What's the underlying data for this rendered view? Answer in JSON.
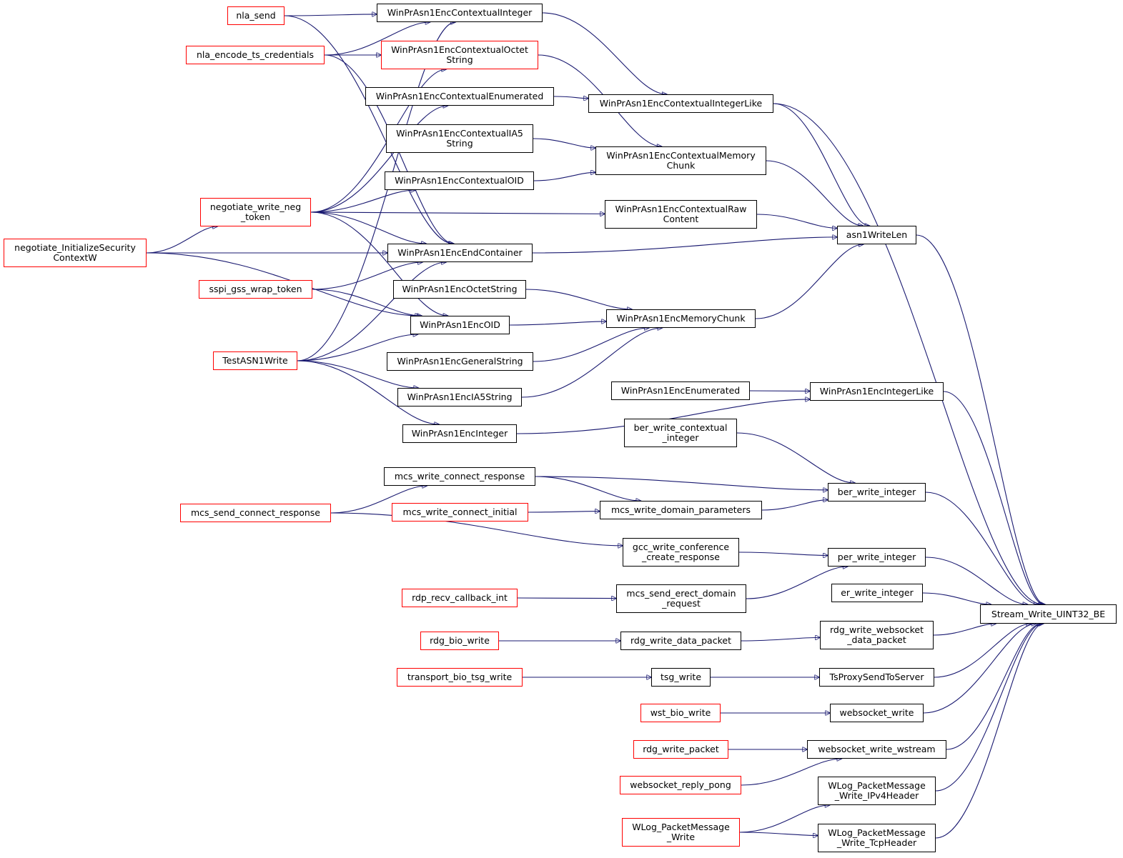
{
  "colors": {
    "edge": "#191970",
    "border_default": "#000000",
    "border_truncated": "#ff0000",
    "root_fill": "#bfbfbf"
  },
  "nodes": {
    "root": {
      "label": "Stream_Write_UINT32_BE",
      "style": "root"
    },
    "asn1WriteLen": {
      "label": "asn1WriteLen",
      "style": "black"
    },
    "ctxIntLike": {
      "label": "WinPrAsn1EncContextualIntegerLike",
      "style": "black"
    },
    "ctxInt": {
      "label": "WinPrAsn1EncContextualInteger",
      "style": "black"
    },
    "ctxOctet": {
      "label": "WinPrAsn1EncContextualOctet\nString",
      "style": "red"
    },
    "ctxEnum": {
      "label": "WinPrAsn1EncContextualEnumerated",
      "style": "black"
    },
    "ctxIA5": {
      "label": "WinPrAsn1EncContextualIA5\nString",
      "style": "black"
    },
    "ctxMemChunk": {
      "label": "WinPrAsn1EncContextualMemory\nChunk",
      "style": "black"
    },
    "ctxOID": {
      "label": "WinPrAsn1EncContextualOID",
      "style": "black"
    },
    "ctxRaw": {
      "label": "WinPrAsn1EncContextualRaw\nContent",
      "style": "black"
    },
    "endContainer": {
      "label": "WinPrAsn1EncEndContainer",
      "style": "black"
    },
    "octetString": {
      "label": "WinPrAsn1EncOctetString",
      "style": "black"
    },
    "memChunk": {
      "label": "WinPrAsn1EncMemoryChunk",
      "style": "black"
    },
    "encOID": {
      "label": "WinPrAsn1EncOID",
      "style": "black"
    },
    "generalString": {
      "label": "WinPrAsn1EncGeneralString",
      "style": "black"
    },
    "ia5String": {
      "label": "WinPrAsn1EncIA5String",
      "style": "black"
    },
    "encInteger": {
      "label": "WinPrAsn1EncInteger",
      "style": "black"
    },
    "encEnumerated": {
      "label": "WinPrAsn1EncEnumerated",
      "style": "black"
    },
    "encIntLike": {
      "label": "WinPrAsn1EncIntegerLike",
      "style": "black"
    },
    "nlaSend": {
      "label": "nla_send",
      "style": "red"
    },
    "nlaEncode": {
      "label": "nla_encode_ts_credentials",
      "style": "red"
    },
    "negWrite": {
      "label": "negotiate_write_neg\n_token",
      "style": "red"
    },
    "negInit": {
      "label": "negotiate_InitializeSecurity\nContextW",
      "style": "red"
    },
    "sspiWrap": {
      "label": "sspi_gss_wrap_token",
      "style": "red"
    },
    "testAsn1": {
      "label": "TestASN1Write",
      "style": "red"
    },
    "berCtxInt": {
      "label": "ber_write_contextual\n_integer",
      "style": "black"
    },
    "berWriteInt": {
      "label": "ber_write_integer",
      "style": "black"
    },
    "mcsConnResp": {
      "label": "mcs_write_connect_response",
      "style": "black"
    },
    "mcsSendConnResp": {
      "label": "mcs_send_connect_response",
      "style": "red"
    },
    "mcsConnInit": {
      "label": "mcs_write_connect_initial",
      "style": "red"
    },
    "mcsDomain": {
      "label": "mcs_write_domain_parameters",
      "style": "black"
    },
    "gccConf": {
      "label": "gcc_write_conference\n_create_response",
      "style": "black"
    },
    "perWriteInt": {
      "label": "per_write_integer",
      "style": "black"
    },
    "erWriteInt": {
      "label": "er_write_integer",
      "style": "black"
    },
    "rdpRecv": {
      "label": "rdp_recv_callback_int",
      "style": "red"
    },
    "mcsErect": {
      "label": "mcs_send_erect_domain\n_request",
      "style": "black"
    },
    "rdgBio": {
      "label": "rdg_bio_write",
      "style": "red"
    },
    "rdgData": {
      "label": "rdg_write_data_packet",
      "style": "black"
    },
    "rdgWsData": {
      "label": "rdg_write_websocket\n_data_packet",
      "style": "black"
    },
    "transportTsg": {
      "label": "transport_bio_tsg_write",
      "style": "red"
    },
    "tsgWrite": {
      "label": "tsg_write",
      "style": "black"
    },
    "tsProxy": {
      "label": "TsProxySendToServer",
      "style": "black"
    },
    "wstBio": {
      "label": "wst_bio_write",
      "style": "red"
    },
    "wsWrite": {
      "label": "websocket_write",
      "style": "black"
    },
    "rdgPacket": {
      "label": "rdg_write_packet",
      "style": "red"
    },
    "wsWstream": {
      "label": "websocket_write_wstream",
      "style": "black"
    },
    "wsPong": {
      "label": "websocket_reply_pong",
      "style": "red"
    },
    "wlogIPv4": {
      "label": "WLog_PacketMessage\n_Write_IPv4Header",
      "style": "black"
    },
    "wlogWrite": {
      "label": "WLog_PacketMessage\n_Write",
      "style": "red"
    },
    "wlogTcp": {
      "label": "WLog_PacketMessage\n_Write_TcpHeader",
      "style": "black"
    }
  },
  "edges": [
    [
      "ctxIntLike",
      "root"
    ],
    [
      "asn1WriteLen",
      "root"
    ],
    [
      "encIntLike",
      "root"
    ],
    [
      "berWriteInt",
      "root"
    ],
    [
      "perWriteInt",
      "root"
    ],
    [
      "erWriteInt",
      "root"
    ],
    [
      "rdgWsData",
      "root"
    ],
    [
      "tsProxy",
      "root"
    ],
    [
      "wsWrite",
      "root"
    ],
    [
      "wsWstream",
      "root"
    ],
    [
      "wlogIPv4",
      "root"
    ],
    [
      "wlogTcp",
      "root"
    ],
    [
      "ctxIntLike",
      "asn1WriteLen"
    ],
    [
      "ctxMemChunk",
      "asn1WriteLen"
    ],
    [
      "ctxRaw",
      "asn1WriteLen"
    ],
    [
      "endContainer",
      "asn1WriteLen"
    ],
    [
      "memChunk",
      "asn1WriteLen"
    ],
    [
      "ctxInt",
      "ctxIntLike"
    ],
    [
      "ctxEnum",
      "ctxIntLike"
    ],
    [
      "ctxOctet",
      "ctxMemChunk"
    ],
    [
      "ctxIA5",
      "ctxMemChunk"
    ],
    [
      "ctxOID",
      "ctxMemChunk"
    ],
    [
      "octetString",
      "memChunk"
    ],
    [
      "encOID",
      "memChunk"
    ],
    [
      "generalString",
      "memChunk"
    ],
    [
      "ia5String",
      "memChunk"
    ],
    [
      "encInteger",
      "encIntLike"
    ],
    [
      "encEnumerated",
      "encIntLike"
    ],
    [
      "nlaSend",
      "ctxInt"
    ],
    [
      "nlaEncode",
      "ctxInt"
    ],
    [
      "testAsn1",
      "ctxInt"
    ],
    [
      "nlaEncode",
      "ctxOctet"
    ],
    [
      "negWrite",
      "ctxOctet"
    ],
    [
      "negWrite",
      "ctxEnum"
    ],
    [
      "negWrite",
      "ctxOID"
    ],
    [
      "negWrite",
      "ctxRaw"
    ],
    [
      "negWrite",
      "endContainer"
    ],
    [
      "nlaSend",
      "endContainer"
    ],
    [
      "nlaEncode",
      "endContainer"
    ],
    [
      "negInit",
      "endContainer"
    ],
    [
      "sspiWrap",
      "endContainer"
    ],
    [
      "testAsn1",
      "endContainer"
    ],
    [
      "negInit",
      "negWrite"
    ],
    [
      "negWrite",
      "encOID"
    ],
    [
      "negInit",
      "encOID"
    ],
    [
      "sspiWrap",
      "encOID"
    ],
    [
      "testAsn1",
      "encOID"
    ],
    [
      "testAsn1",
      "ia5String"
    ],
    [
      "testAsn1",
      "encInteger"
    ],
    [
      "berCtxInt",
      "berWriteInt"
    ],
    [
      "mcsConnResp",
      "berWriteInt"
    ],
    [
      "mcsDomain",
      "berWriteInt"
    ],
    [
      "mcsConnResp",
      "mcsDomain"
    ],
    [
      "mcsConnInit",
      "mcsDomain"
    ],
    [
      "mcsSendConnResp",
      "mcsConnResp"
    ],
    [
      "mcsSendConnResp",
      "gccConf"
    ],
    [
      "gccConf",
      "perWriteInt"
    ],
    [
      "mcsErect",
      "perWriteInt"
    ],
    [
      "rdpRecv",
      "mcsErect"
    ],
    [
      "rdgBio",
      "rdgData"
    ],
    [
      "rdgData",
      "rdgWsData"
    ],
    [
      "transportTsg",
      "tsgWrite"
    ],
    [
      "tsgWrite",
      "tsProxy"
    ],
    [
      "wstBio",
      "wsWrite"
    ],
    [
      "rdgPacket",
      "wsWstream"
    ],
    [
      "wsPong",
      "wsWstream"
    ],
    [
      "wlogWrite",
      "wlogIPv4"
    ],
    [
      "wlogWrite",
      "wlogTcp"
    ]
  ]
}
